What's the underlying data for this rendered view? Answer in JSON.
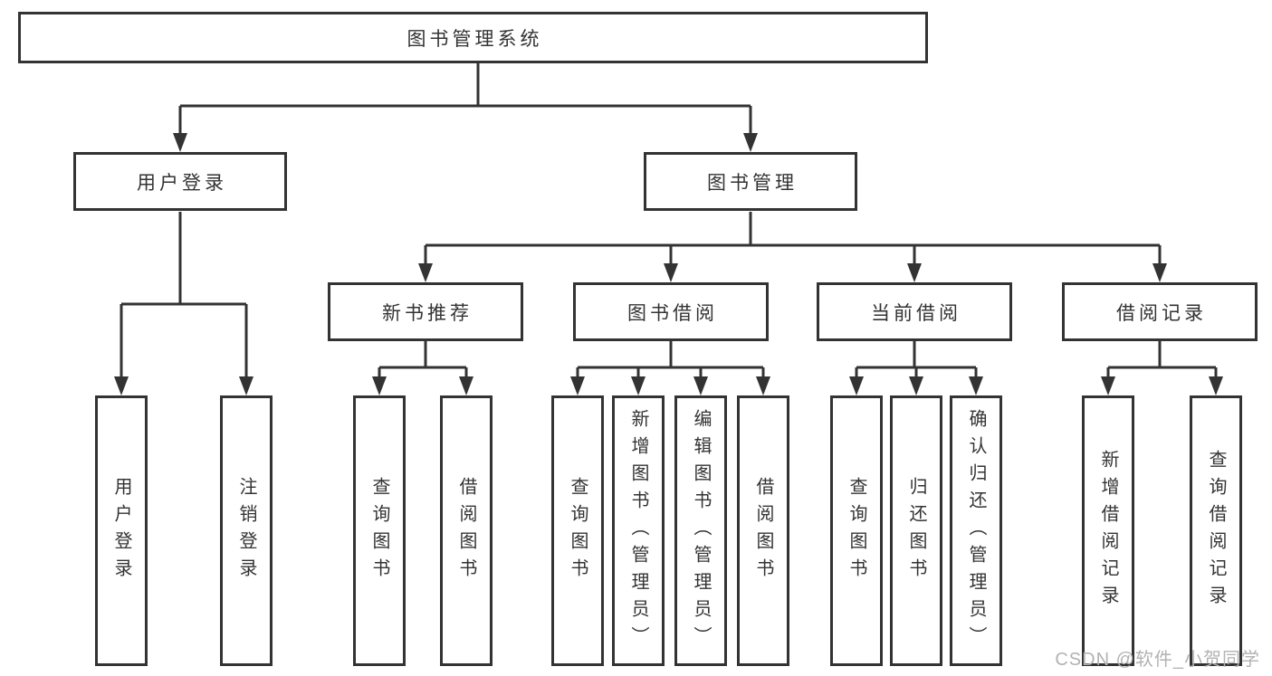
{
  "watermark": "CSDN @软件_小贺同学",
  "colors": {
    "stroke": "#333333",
    "text": "#333333",
    "watermark": "#b2b2b2",
    "background": "#ffffff"
  },
  "tree": {
    "root": {
      "label": "图书管理系统"
    },
    "branches": [
      {
        "label": "用户登录",
        "children": [
          {
            "label": "用户登录"
          },
          {
            "label": "注销登录"
          }
        ]
      },
      {
        "label": "图书管理",
        "children": [
          {
            "label": "新书推荐",
            "children": [
              {
                "label": "查询图书"
              },
              {
                "label": "借阅图书"
              }
            ]
          },
          {
            "label": "图书借阅",
            "children": [
              {
                "label": "查询图书"
              },
              {
                "label": "新增图书（管理员）"
              },
              {
                "label": "编辑图书（管理员）"
              },
              {
                "label": "借阅图书"
              }
            ]
          },
          {
            "label": "当前借阅",
            "children": [
              {
                "label": "查询图书"
              },
              {
                "label": "归还图书"
              },
              {
                "label": "确认归还（管理员）"
              }
            ]
          },
          {
            "label": "借阅记录",
            "children": [
              {
                "label": "新增借阅记录"
              },
              {
                "label": "查询借阅记录"
              }
            ]
          }
        ]
      }
    ]
  }
}
